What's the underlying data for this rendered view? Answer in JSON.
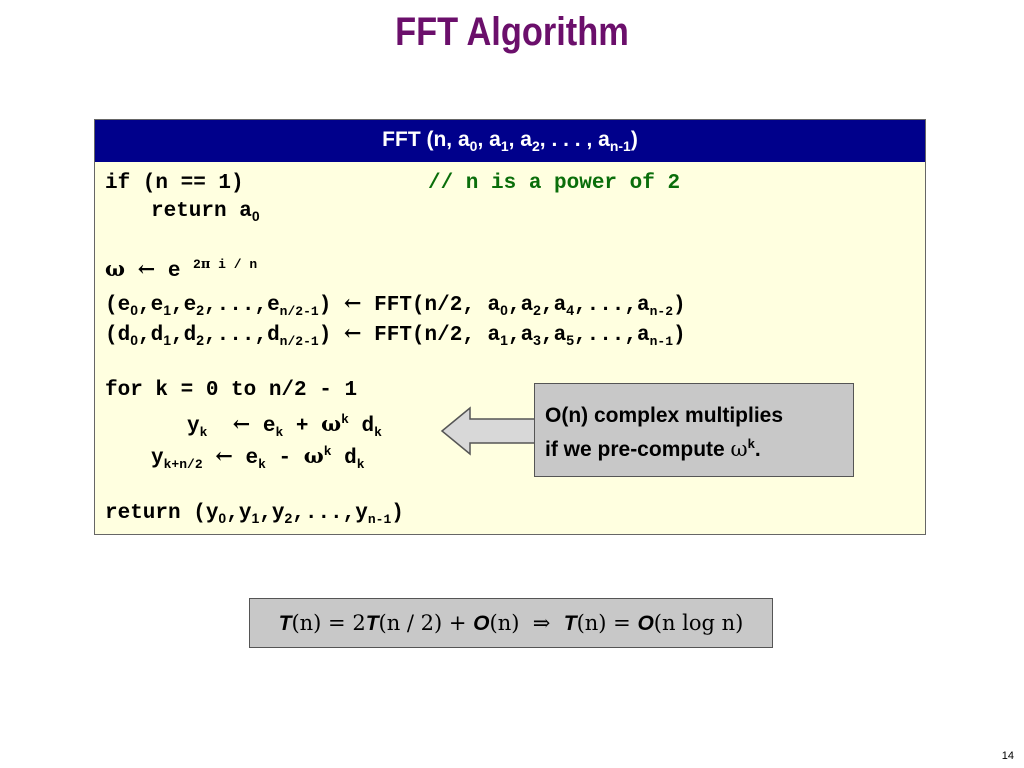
{
  "slide": {
    "title": "FFT Algorithm",
    "page_number": "14"
  },
  "box": {
    "header": {
      "fn": "FFT (n, a",
      "s0": "0",
      "c1": ", a",
      "s1": "1",
      "c2": ", a",
      "s2": "2",
      "c3": ", . . . , a",
      "sn": "n-1",
      "close": ")"
    },
    "lines": {
      "l1_code": "if (n == 1)",
      "l1_comment": "// n is a power of 2",
      "l2_code": "return a",
      "l2_sub": "0",
      "l3_omega": "ω",
      "l3_arrow": "←",
      "l3_e": "e",
      "l3_sup1": "2",
      "l3_pi": "π",
      "l3_sup2": " i / n",
      "l4_lhs_open": "(e",
      "l4_arrow": "←",
      "l4_call": "FFT(n/2, a",
      "l5_lhs_open": "(d",
      "l5_arrow": "←",
      "l5_call": "FFT(n/2, a",
      "l6": "for k = 0 to n/2 - 1",
      "l7_y": "y",
      "l7_k": "k",
      "l7_arrow": "←",
      "l7_e": "e",
      "l7_plus": "+",
      "l7_omega": "ω",
      "l7_d": "d",
      "l8_y": "y",
      "l8_sub": "k+n/2",
      "l8_arrow": "←",
      "l8_e": "e",
      "l8_minus": "-",
      "l8_omega": "ω",
      "l8_d": "d",
      "l9_return": "return (y",
      "sep_comma": ",",
      "ellipsis": ",...,",
      "close_paren": ")",
      "sub0": "0",
      "sub1": "1",
      "sub2": "2",
      "sub3": "3",
      "sub4": "4",
      "sub5": "5",
      "sub_n2_1": "n/2-1",
      "sub_n_2": "n-2",
      "sub_n_1": "n-1"
    }
  },
  "note": {
    "line1": "O(n) complex multiplies",
    "line2_text": "if we pre-compute ",
    "line2_omega": "ω",
    "line2_sup": "k",
    "line2_end": "."
  },
  "formula": {
    "t1": "T",
    "n1": "(n)",
    "eq1": " = 2",
    "t2": "T",
    "n2": "(n / 2)",
    "plus": " + ",
    "o1": "O",
    "n3": "(n)",
    "implies": "  ⇒  ",
    "t3": "T",
    "n4": "(n)",
    "eq2": " = ",
    "o2": "O",
    "n5": "(n log n)"
  }
}
